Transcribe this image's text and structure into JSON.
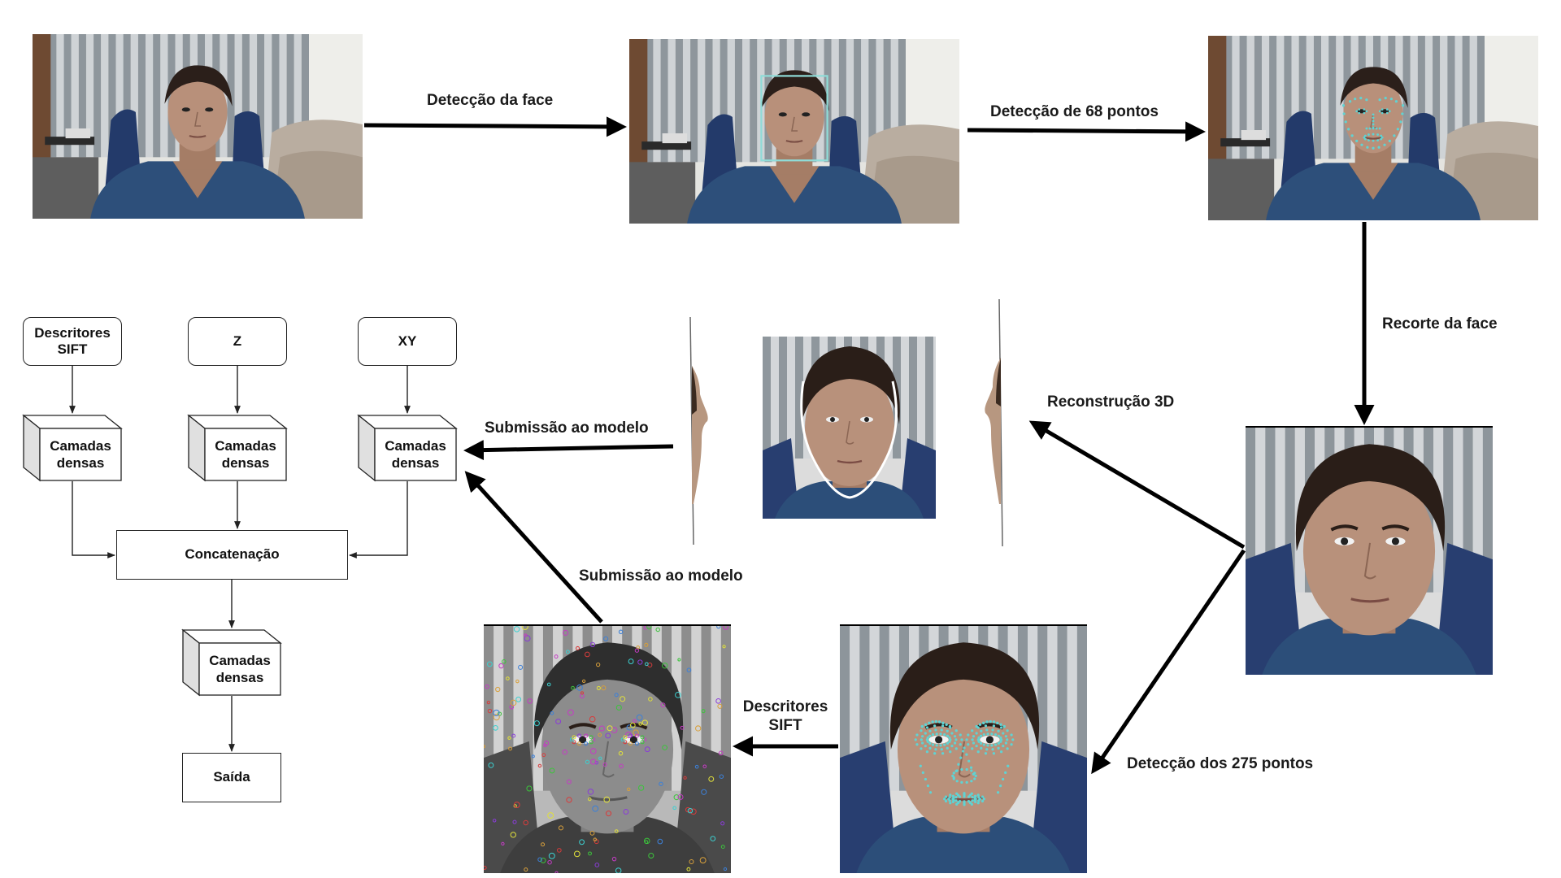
{
  "labels": {
    "face_detection": "Detecção da face",
    "points68": "Detecção de 68 pontos",
    "face_crop": "Recorte da face",
    "reconstruction": "Reconstrução 3D",
    "submit1": "Submissão ao modelo",
    "submit2": "Submissão ao modelo",
    "points275": "Detecção dos 275 pontos",
    "sift_line1": "Descritores",
    "sift_line2": "SIFT"
  },
  "network": {
    "inputs": [
      {
        "line1": "Descritores",
        "line2": "SIFT"
      },
      {
        "line1": "Z",
        "line2": ""
      },
      {
        "line1": "XY",
        "line2": ""
      }
    ],
    "dense_line1": "Camadas",
    "dense_line2": "densas",
    "concat": "Concatenação",
    "output": "Saída"
  },
  "colors": {
    "landmark": "#5fd3d3",
    "bbox": "#8fdcd8",
    "arrow": "#000000",
    "line": "#222222"
  },
  "images": [
    {
      "name": "original-photo",
      "overlay": "none"
    },
    {
      "name": "face-detected-photo",
      "overlay": "bounding-box"
    },
    {
      "name": "landmarks-68-photo",
      "overlay": "68-points"
    },
    {
      "name": "cropped-face-photo",
      "overlay": "none"
    },
    {
      "name": "landmarks-275-photo",
      "overlay": "275-points"
    },
    {
      "name": "sift-descriptors-photo",
      "overlay": "sift-keypoints"
    },
    {
      "name": "reconstruction-3d-front",
      "overlay": "face-contour"
    }
  ]
}
